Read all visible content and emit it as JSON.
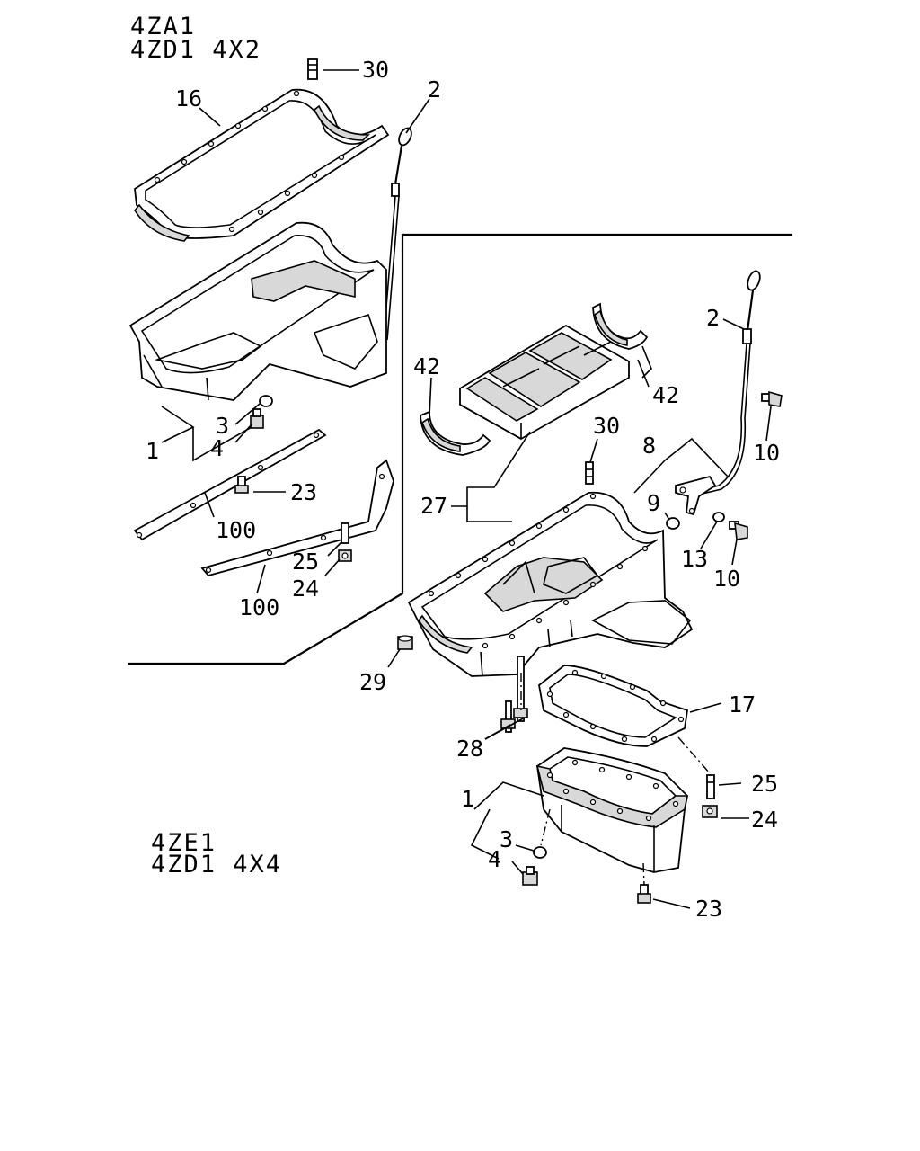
{
  "variants": {
    "top": [
      "4ZA1",
      "4ZD1  4X2"
    ],
    "bottom": [
      "4ZE1",
      "4ZD1  4X4"
    ]
  },
  "callouts": {
    "top": {
      "c30": "30",
      "c16": "16",
      "c2": "2",
      "c1": "1",
      "c3": "3",
      "c4": "4",
      "c23": "23",
      "c100a": "100",
      "c100b": "100",
      "c25": "25",
      "c24": "24"
    },
    "bottom": {
      "c42a": "42",
      "c42b": "42",
      "c2": "2",
      "c30": "30",
      "c10a": "10",
      "c8": "8",
      "c27": "27",
      "c9": "9",
      "c13": "13",
      "c10b": "10",
      "c29": "29",
      "c17": "17",
      "c28": "28",
      "c25": "25",
      "c1": "1",
      "c24": "24",
      "c3": "3",
      "c4": "4",
      "c23": "23"
    }
  }
}
